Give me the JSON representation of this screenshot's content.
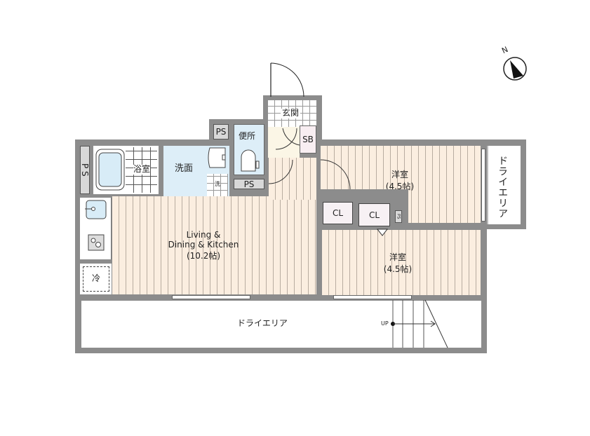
{
  "floor_plan": {
    "compass": {
      "label": "N",
      "icon": "north-arrow-icon"
    },
    "rooms": {
      "entrance": {
        "label": "玄関"
      },
      "shoe_box": {
        "label": "SB"
      },
      "toilet": {
        "label": "便所"
      },
      "ps_top": {
        "label": "PS"
      },
      "ps_toilet": {
        "label": "PS"
      },
      "ps_left": {
        "label": "P S"
      },
      "ps_small": {
        "label": "PS"
      },
      "bathroom": {
        "label": "浴室"
      },
      "washroom": {
        "label": "洗面"
      },
      "washer": {
        "label": "洗"
      },
      "fridge": {
        "label": "冷"
      },
      "ldk": {
        "line1": "Living &",
        "line2": "Dining & Kitchen",
        "line3": "(10.2帖)"
      },
      "western_room_1": {
        "line1": "洋室",
        "line2": "(4.5帖)"
      },
      "western_room_2": {
        "line1": "洋室",
        "line2": "(4.5帖)"
      },
      "closet_1": {
        "label": "CL"
      },
      "closet_2": {
        "label": "CL"
      },
      "dry_area_right": {
        "label": "ドライエリア"
      },
      "dry_area_bottom": {
        "label": "ドライエリア"
      },
      "stairs": {
        "label": "UP"
      }
    }
  }
}
